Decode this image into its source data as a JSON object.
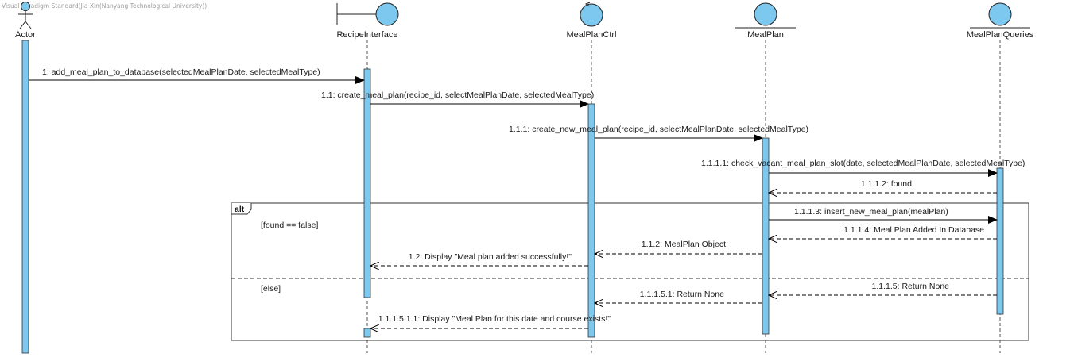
{
  "watermark": "Visual Paradigm Standard(Jia Xin(Nanyang Technological University))",
  "colors": {
    "activation": "#7dc8ef",
    "head": "#7dc8ef",
    "line": "#000000",
    "frame": "#333333"
  },
  "lifelines": [
    {
      "id": "actor",
      "label": "Actor",
      "kind": "actor-icon"
    },
    {
      "id": "ri",
      "label": "RecipeInterface",
      "kind": "boundary-icon"
    },
    {
      "id": "mpc",
      "label": "MealPlanCtrl",
      "kind": "control-icon"
    },
    {
      "id": "mp",
      "label": "MealPlan",
      "kind": "entity-icon"
    },
    {
      "id": "mpq",
      "label": "MealPlanQueries",
      "kind": "entity-icon"
    }
  ],
  "messages": [
    {
      "label": "1: add_meal_plan_to_database(selectedMealPlanDate, selectedMealType)",
      "from": "actor",
      "to": "ri",
      "kind": "sync"
    },
    {
      "label": "1.1: create_meal_plan(recipe_id, selectMealPlanDate, selectedMealType)",
      "from": "ri",
      "to": "mpc",
      "kind": "sync"
    },
    {
      "label": "1.1.1: create_new_meal_plan(recipe_id, selectMealPlanDate, selectedMealType)",
      "from": "mpc",
      "to": "mp",
      "kind": "sync"
    },
    {
      "label": "1.1.1.1: check_vacant_meal_plan_slot(date, selectedMealPlanDate, selectedMealType)",
      "from": "mp",
      "to": "mpq",
      "kind": "sync"
    },
    {
      "label": "1.1.1.2: found",
      "from": "mpq",
      "to": "mp",
      "kind": "return"
    },
    {
      "label": "1.1.1.3: insert_new_meal_plan(mealPlan)",
      "from": "mp",
      "to": "mpq",
      "kind": "sync"
    },
    {
      "label": "1.1.1.4: Meal Plan Added In Database",
      "from": "mpq",
      "to": "mp",
      "kind": "return"
    },
    {
      "label": "1.1.2: MealPlan Object",
      "from": "mp",
      "to": "mpc",
      "kind": "return"
    },
    {
      "label": "1.2: Display \"Meal plan added successfully!\"",
      "from": "mpc",
      "to": "ri",
      "kind": "return"
    },
    {
      "label": "1.1.1.5: Return None",
      "from": "mpq",
      "to": "mp",
      "kind": "return"
    },
    {
      "label": "1.1.1.5.1: Return None",
      "from": "mp",
      "to": "mpc",
      "kind": "return"
    },
    {
      "label": "1.1.1.5.1.1: Display \"Meal Plan for this date and course exists!\"",
      "from": "mpc",
      "to": "ri",
      "kind": "return"
    }
  ],
  "fragment": {
    "operator": "alt",
    "guards": [
      "[found == false]",
      "[else]"
    ]
  }
}
